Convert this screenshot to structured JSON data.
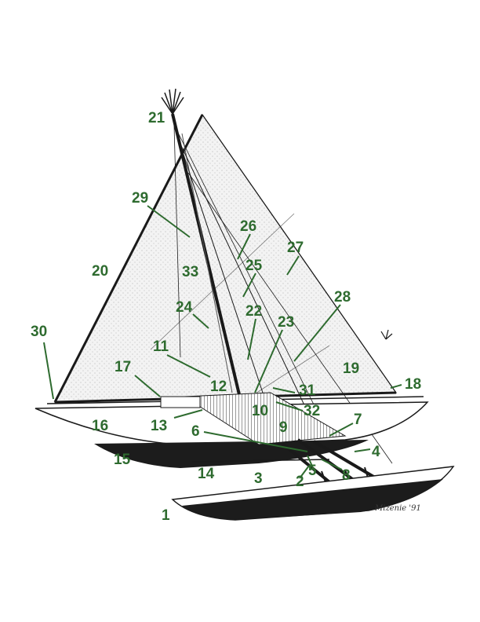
{
  "colors": {
    "label": "#2e6b2f",
    "line": "#2e6b2f",
    "ink": "#1a1a1a",
    "sail_fill": "#eeeeee",
    "hull_shadow": "#1c1c1c"
  },
  "labels": {
    "n1": "1",
    "n2": "2",
    "n3": "3",
    "n4": "4",
    "n5": "5",
    "n6": "6",
    "n7": "7",
    "n8": "8",
    "n9": "9",
    "n10": "10",
    "n11": "11",
    "n12": "12",
    "n13": "13",
    "n14": "14",
    "n15": "15",
    "n16": "16",
    "n17": "17",
    "n18": "18",
    "n19": "19",
    "n20": "20",
    "n21": "21",
    "n22": "22",
    "n23": "23",
    "n24": "24",
    "n25": "25",
    "n26": "26",
    "n27": "27",
    "n28": "28",
    "n29": "29",
    "n30": "30",
    "n31": "31",
    "n32": "32",
    "n33": "33"
  },
  "signature": "Mizenie '91"
}
